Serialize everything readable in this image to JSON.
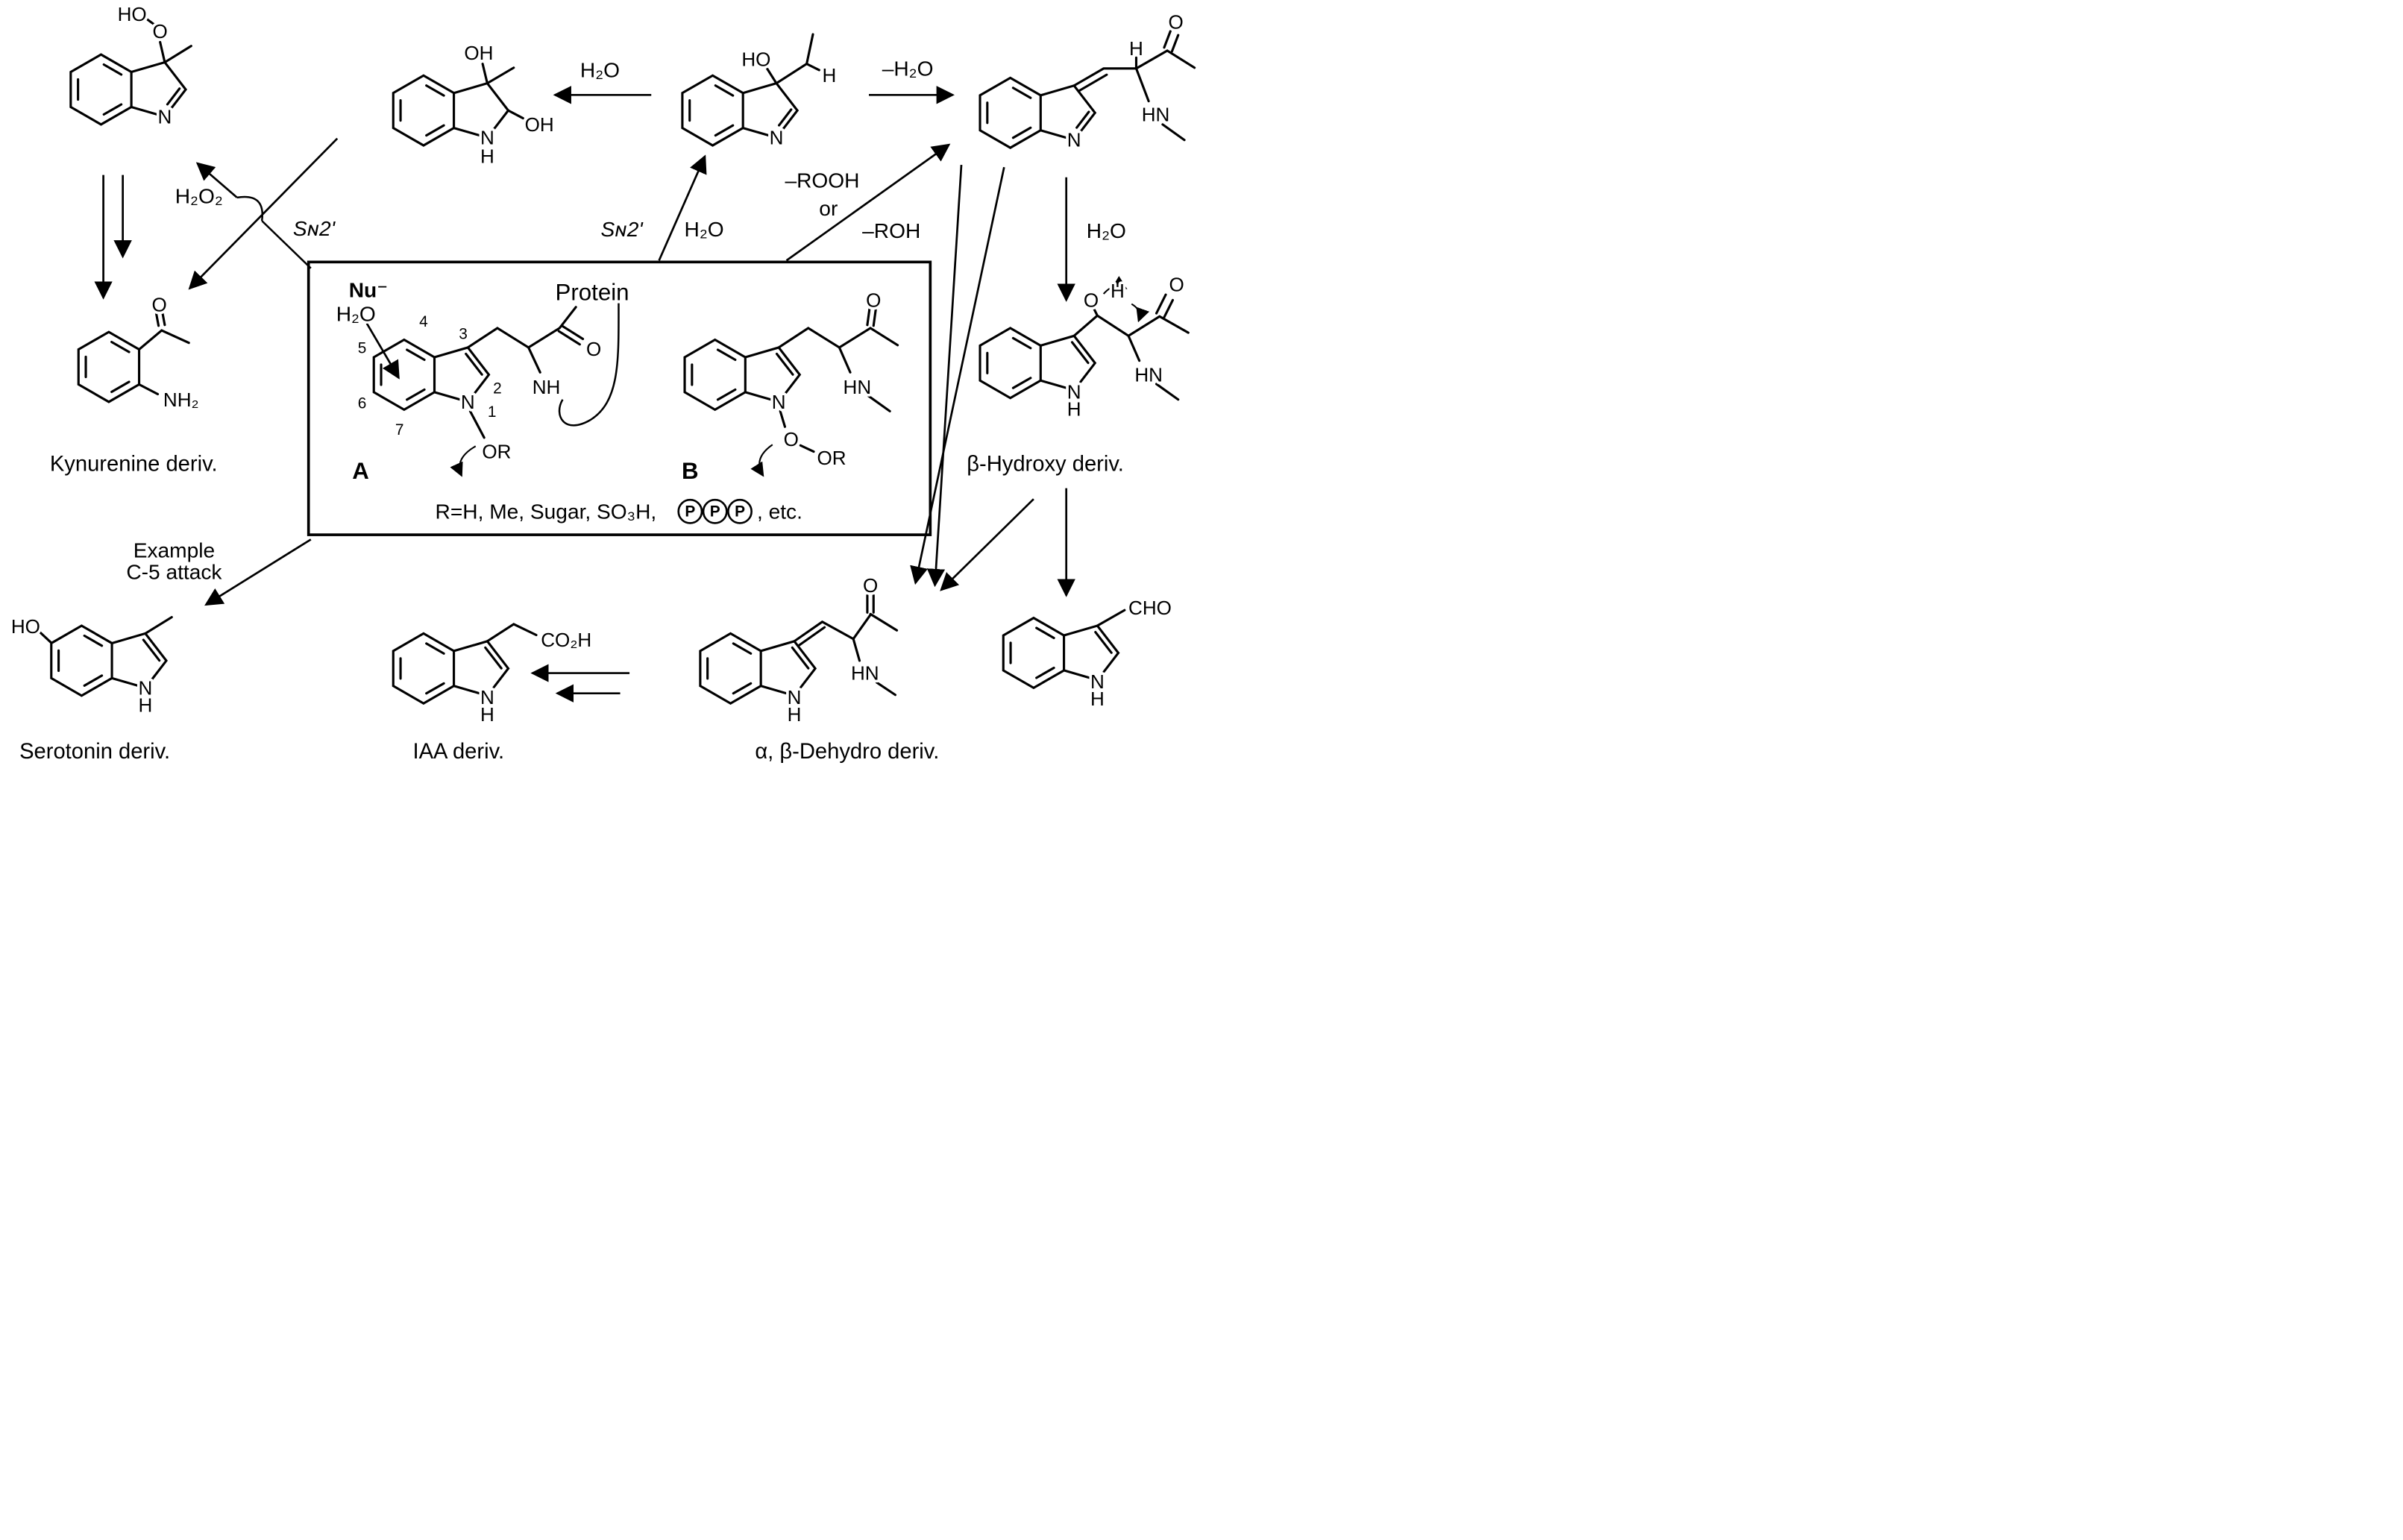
{
  "atoms": {
    "N": "N",
    "H": "H",
    "O": "O",
    "HO": "HO",
    "OH": "OH",
    "NH": "NH",
    "HN": "HN",
    "NH2": "NH₂",
    "CHO": "CHO",
    "CO2H": "CO₂H"
  },
  "reagents": {
    "h2o": "H₂O",
    "h2o2": "H₂O₂",
    "minus_h2o": "–H₂O",
    "sn2": "Sɴ2'",
    "minus_rooh": "–ROOH",
    "or_word": "or",
    "minus_roh": "–ROH",
    "example_line1": "Example",
    "example_line2": "C-5 attack"
  },
  "captions": {
    "kynurenine": "Kynurenine deriv.",
    "serotonin": "Serotonin deriv.",
    "iaa": "IAA deriv.",
    "dehydro": "α, β-Dehydro deriv.",
    "beta_hydroxy": "β-Hydroxy deriv."
  },
  "box": {
    "nu": "Nu⁻",
    "h2o": "H₂O",
    "protein": "Protein",
    "label_a": "A",
    "label_b": "B",
    "or_group": "OR",
    "o": "O",
    "r_prefix": "R=H, Me, Sugar, SO₃H,",
    "p": "P",
    "r_suffix": ", etc.",
    "n1": "1",
    "n2": "2",
    "n3": "3",
    "n4": "4",
    "n5": "5",
    "n6": "6",
    "n7": "7"
  }
}
